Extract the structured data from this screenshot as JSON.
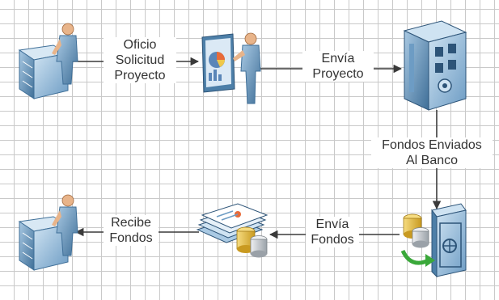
{
  "labels": {
    "oficio": "Oficio",
    "solicitud": "Solicitud",
    "proyecto": "Proyecto",
    "envia_proyecto_1": "Envía",
    "envia_proyecto_2": "Proyecto",
    "fondos_enviados_1": "Fondos Enviados",
    "fondos_enviados_2": "Al Banco",
    "envia_fondos_1": "Envía",
    "envia_fondos_2": "Fondos",
    "recibe_fondos_1": "Recibe",
    "recibe_fondos_2": "Fondos"
  },
  "icons": {
    "requester_top": "person-at-desk-icon",
    "presenter": "person-presenting-chart-icon",
    "bank": "bank-building-icon",
    "vault": "vault-with-coins-icon",
    "documents_coins": "documents-and-coins-icon",
    "requester_bottom": "person-at-desk-icon"
  },
  "colors": {
    "line": "#3a3a3a",
    "icon_blue": "#8fb9d9",
    "icon_dark_blue": "#4d7fa8",
    "skin": "#e8b48a",
    "coin_gold": "#e8c04a",
    "coin_silver": "#c8ccd0",
    "green_arrow": "#3aa83a"
  }
}
